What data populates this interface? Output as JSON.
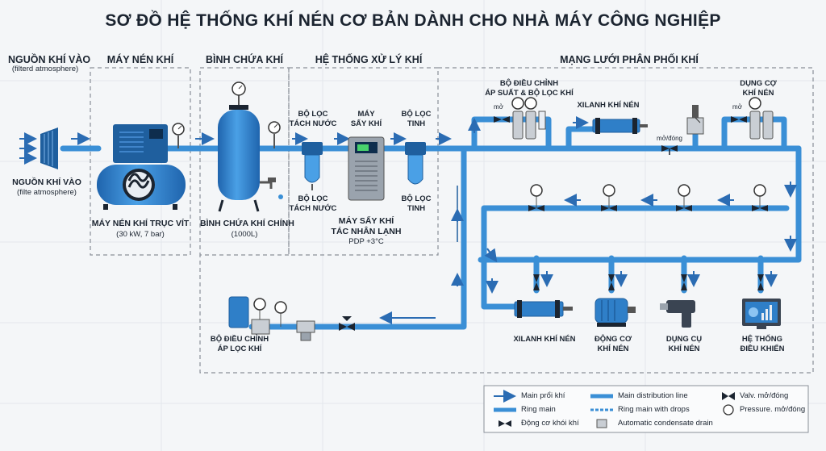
{
  "title": "SƠ ĐỒ HỆ THỐNG KHÍ NÉN CƠ BẢN DÀNH CHO NHÀ MÁY CÔNG NGHIỆP",
  "sections": {
    "source": "NGUỒN KHÍ VÀO",
    "source_sub": "(filterd atmosphere)",
    "compressor": "MÁY NÉN KHÍ",
    "tank": "BÌNH CHỨA KHÍ",
    "treatment": "HỆ THỐNG XỬ LÝ KHÍ",
    "network": "MẠNG LƯỚI PHÂN PHỐI KHÍ"
  },
  "components": {
    "intake_label": "NGUỒN KHÍ VÀO",
    "intake_sub": "(filte atmosphere)",
    "compressor_label": "MÁY NÉN KHÍ TRỤC VÍT",
    "compressor_spec": "(30 kW, 7 bar)",
    "tank_label": "BÌNH CHỨA KHÍ CHÍNH",
    "tank_spec": "(1000L)",
    "sep_top_1": "BỘ LỌC",
    "sep_top_2": "TÁCH NƯỚC",
    "sep_bot_1": "BỘ LỌC",
    "sep_bot_2": "TÁCH NƯỚC",
    "dryer_top_1": "MÁY",
    "dryer_top_2": "SẤY KHÍ",
    "dryer_bot_1": "MÁY SẤY KHÍ",
    "dryer_bot_2": "TÁC NHÂN LẠNH",
    "dryer_spec": "PDP +3°C",
    "fine_top_1": "BỘ LỌC",
    "fine_top_2": "TINH",
    "fine_bot_1": "BỘ LỌC",
    "fine_bot_2": "TINH",
    "frl_top_1": "BỘ ĐIỀU CHỈNH",
    "frl_top_2": "ÁP SUẤT & BỘ LỌC KHÍ",
    "open_1": "mở",
    "cyl_top": "XILANH KHÍ NÉN",
    "small_valve": "mở/đóng",
    "tool_top_1": "DỤNG CỢ",
    "tool_top_2": "KHÍ NÉN",
    "open_2": "mở",
    "cyl_bot": "XILANH KHÍ NÉN",
    "motor_1": "ĐỘNG CƠ",
    "motor_2": "KHÍ NÉN",
    "tool_bot_1": "DỤNG CỤ",
    "tool_bot_2": "KHÍ NÉN",
    "ctrl_1": "HỆ THỐNG",
    "ctrl_2": "ĐIỀU KHIỂN",
    "reg_1": "BỘ ĐIỀU CHỈNH",
    "reg_2": "ÁP LỌC KHÍ",
    "gauge_unit": "bar"
  },
  "legend": {
    "main_flow": "Main prổi khí",
    "main_dist": "Main distribution line",
    "valve": "Valv. mở/đóng",
    "ring": "Ring main",
    "ring_drops": "Ring main with drops",
    "pressure": "Pressure. mở/đóng",
    "motor_valve": "Động cơ khói khí",
    "drain": "Automatic condensate drain"
  },
  "colors": {
    "pipe": "#3a8fd6",
    "pipe_dark": "#1f5f9e",
    "equipment": "#2f7fc8",
    "arrow": "#2b6cb3",
    "dash": "#8a9099"
  }
}
